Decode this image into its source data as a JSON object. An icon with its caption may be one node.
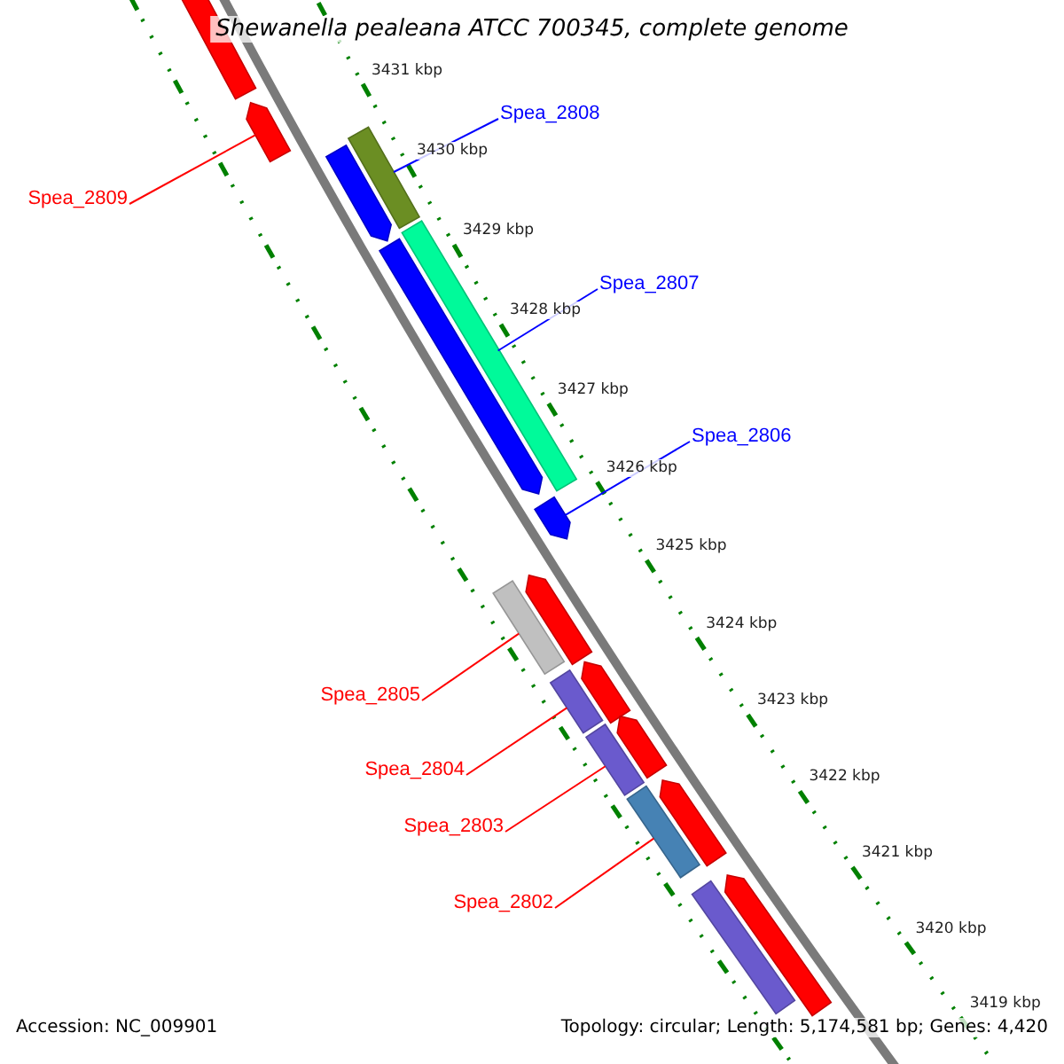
{
  "diagram": {
    "title": "Shewanella pealeana ATCC 700345, complete genome",
    "nodes": [
      {
        "text": [
          "Spea_2808"
        ]
      },
      {
        "text": [
          "Spea_2809"
        ]
      },
      {
        "text": [
          "Spea_2807"
        ]
      },
      {
        "text": [
          "Spea_2806"
        ]
      },
      {
        "text": [
          "Spea_2805"
        ]
      },
      {
        "text": [
          "Spea_2804"
        ]
      },
      {
        "text": [
          "Spea_2803"
        ]
      },
      {
        "text": [
          "Spea_2802"
        ]
      },
      {
        "text": [],
        "shape": "arrow"
      },
      {
        "text": [],
        "shape": "arrow"
      },
      {
        "text": [],
        "shape": "bar"
      },
      {
        "text": [],
        "shape": "arrow"
      },
      {
        "text": [],
        "shape": "bar"
      },
      {
        "text": [],
        "shape": "arrow"
      },
      {
        "text": [],
        "shape": "arrow"
      },
      {
        "text": [],
        "shape": "arrow"
      },
      {
        "text": [],
        "shape": "bar"
      },
      {
        "text": [],
        "shape": "arrow"
      },
      {
        "text": [],
        "shape": "bar"
      },
      {
        "text": [],
        "shape": "arrow"
      },
      {
        "text": [],
        "shape": "bar"
      },
      {
        "text": [],
        "shape": "arrow"
      },
      {
        "text": [],
        "shape": "bar"
      },
      {
        "text": [],
        "shape": "arrow"
      },
      {
        "text": [],
        "shape": "bar"
      }
    ],
    "edges": [
      {
        "from": 0,
        "to": 10,
        "arrow": "none",
        "color": "#0000ff"
      },
      {
        "from": 1,
        "to": 9,
        "arrow": "none",
        "color": "#ff0000"
      },
      {
        "from": 2,
        "to": 12,
        "arrow": "none",
        "color": "#0000ff"
      },
      {
        "from": 3,
        "to": 14,
        "arrow": "none",
        "color": "#0000ff"
      },
      {
        "from": 4,
        "to": 16,
        "arrow": "none",
        "color": "#ff0000"
      },
      {
        "from": 5,
        "to": 18,
        "arrow": "none",
        "color": "#ff0000"
      },
      {
        "from": 6,
        "to": 20,
        "arrow": "none",
        "color": "#ff0000"
      },
      {
        "from": 7,
        "to": 22,
        "arrow": "none",
        "color": "#ff0000"
      }
    ],
    "labels": [
      "3431 kbp",
      "3430 kbp",
      "3429 kbp",
      "3428 kbp",
      "3427 kbp",
      "3426 kbp",
      "3425 kbp",
      "3424 kbp",
      "3423 kbp",
      "3422 kbp",
      "3421 kbp",
      "3420 kbp",
      "3419 kbp",
      "Accession: NC_009901",
      "Topology: circular; Length: 5,174,581 bp; Genes: 4,420"
    ]
  }
}
